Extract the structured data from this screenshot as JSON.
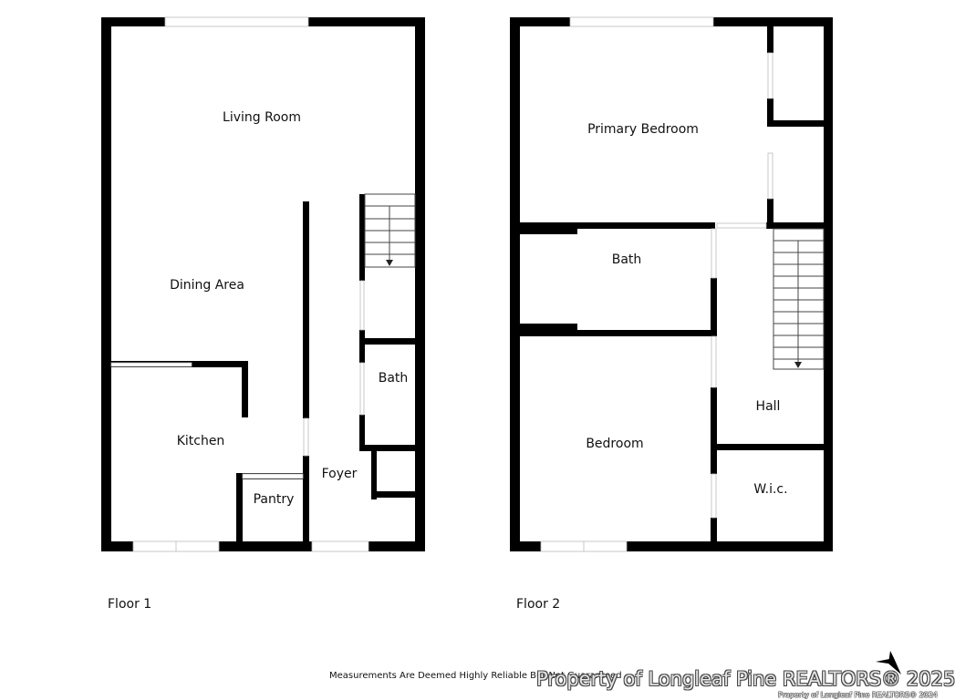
{
  "floor1": {
    "label": "Floor 1",
    "rooms": {
      "living_room": "Living Room",
      "dining_area": "Dining Area",
      "kitchen": "Kitchen",
      "pantry": "Pantry",
      "foyer": "Foyer",
      "bath": "Bath"
    }
  },
  "floor2": {
    "label": "Floor 2",
    "rooms": {
      "primary_bedroom": "Primary Bedroom",
      "bath": "Bath",
      "bedroom": "Bedroom",
      "hall": "Hall",
      "wic": "W.i.c."
    }
  },
  "footer": {
    "disclaimer": "Measurements Are Deemed Highly Reliable But Not Guaranteed",
    "watermark": "Property of Longleaf Pine REALTORS® 2025",
    "watermark_small": "Property of Longleaf Pine REALTORS®  2024"
  },
  "colors": {
    "wall": "#000000",
    "opening": "#ffffff",
    "background": "#ffffff"
  }
}
